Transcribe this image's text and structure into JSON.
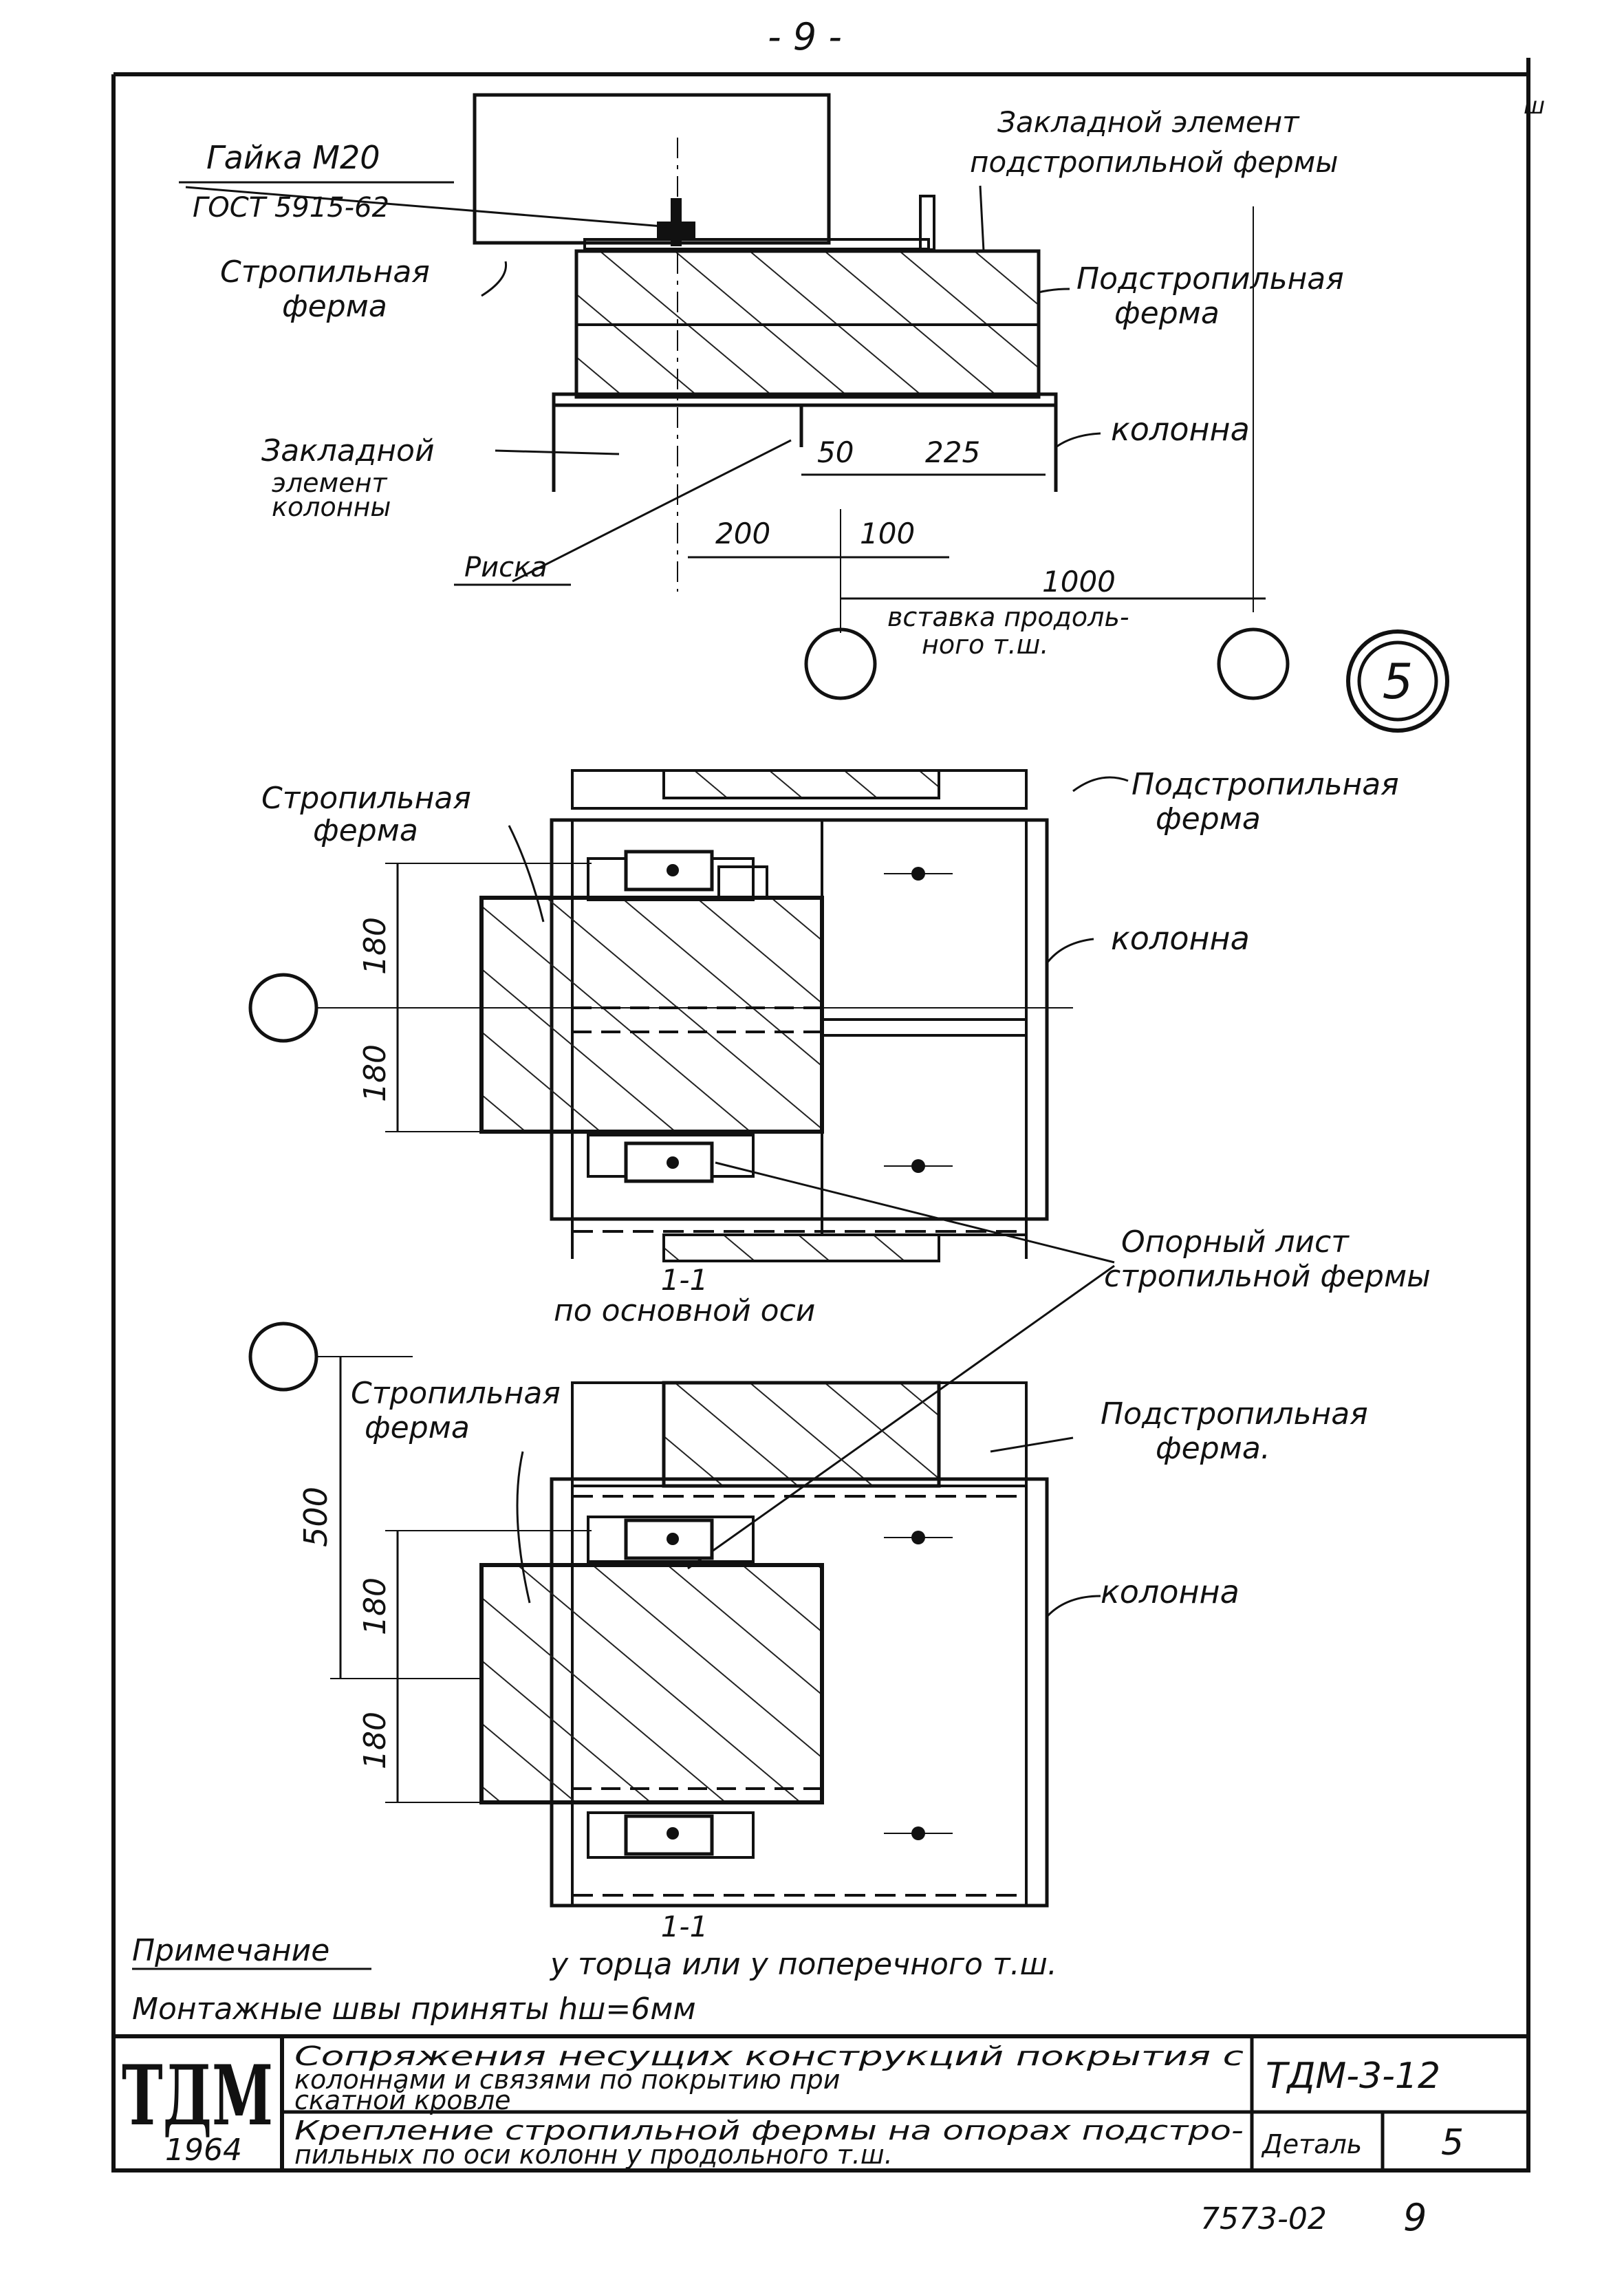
{
  "page": {
    "page_mark": "- 9 -",
    "corner_mark": "ш"
  },
  "detail_marker": "5",
  "view_top": {
    "labels": {
      "nut_line1": "Гайка М20",
      "nut_line2": "ГОСТ 5915-62",
      "embed_truss_line1": "Закладной элемент",
      "embed_truss_line2": "подстропильной фермы",
      "rafter_truss_line1": "Стропильная",
      "rafter_truss_line2": "ферма",
      "sub_truss_line1": "Подстропильная",
      "sub_truss_line2": "ферма",
      "column": "колонна",
      "embed_column_line1": "Закладной",
      "embed_column_line2": "элемент",
      "embed_column_line3": "колонны",
      "risk": "Риска",
      "insert_line1": "вставка продоль-",
      "insert_line2": "ного т.ш."
    },
    "dims": {
      "d50": "50",
      "d225": "225",
      "d200": "200",
      "d100": "100",
      "d1000": "1000"
    }
  },
  "view_mid": {
    "labels": {
      "rafter_truss_line1": "Стропильная",
      "rafter_truss_line2": "ферма",
      "sub_truss_line1": "Подстропильная",
      "sub_truss_line2": "ферма",
      "column": "колонна"
    },
    "dims": {
      "d180a": "180",
      "d180b": "180"
    },
    "section_number": "1-1",
    "section_caption": "по основной оси"
  },
  "support_sheet_line1": "Опорный лист",
  "support_sheet_line2": "стропильной фермы",
  "view_bottom": {
    "labels": {
      "rafter_truss_line1": "Стропильная",
      "rafter_truss_line2": "ферма",
      "sub_truss_line1": "Подстропильная",
      "sub_truss_line2": "ферма.",
      "column": "колонна"
    },
    "dims": {
      "d500": "500",
      "d180a": "180",
      "d180b": "180"
    },
    "section_number": "1-1",
    "section_caption": "у торца или у поперечного т.ш."
  },
  "note": {
    "heading": "Примечание",
    "text": "Монтажные швы приняты hш=6мм"
  },
  "title_block": {
    "logo": "ТДМ",
    "year": "1964",
    "title_line1": "Сопряжения несущих конструкций покрытия с",
    "title_line2": "колоннами и связями по покрытию при",
    "title_line3": "скатной кровле",
    "subtitle_line1": "Крепление стропильной фермы на опорах подстро-",
    "subtitle_line2": "пильных по оси колонн у продольного т.ш.",
    "code": "ТДМ-3-12",
    "detail_label": "Деталь",
    "detail_number": "5"
  },
  "sheet_footer": {
    "inventory_number": "7573-02",
    "page_number": "9"
  }
}
